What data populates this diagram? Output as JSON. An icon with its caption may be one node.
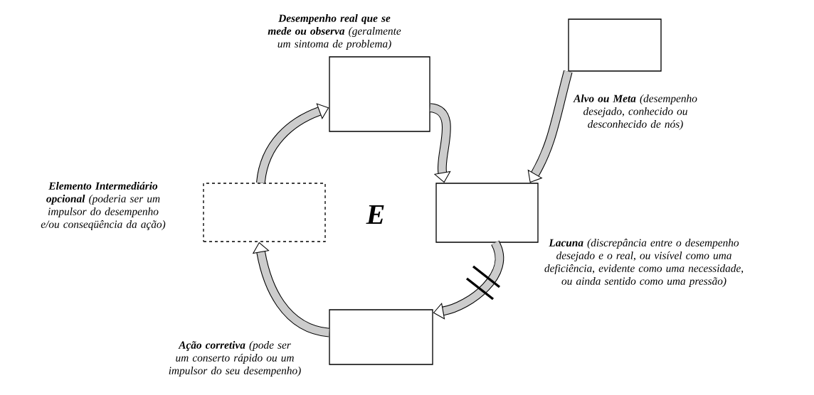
{
  "diagram": {
    "nodes": [
      {
        "text": [],
        "shape": "box",
        "beside": [
          "**Desempenho real que se mede ou observa** (geralmente um sintoma de problema)"
        ]
      },
      {
        "text": [],
        "shape": "box",
        "beside": [
          "**Alvo ou Meta** (desempenho desejado, conhecido ou desconhecido de nós)"
        ]
      },
      {
        "text": [],
        "shape": "box",
        "beside": [
          "**Lacuna** (discrepância entre o desempenho desejado e o real, ou visível como uma deficiência, evidente como uma necessidade, ou ainda sentido como uma pressão)"
        ]
      },
      {
        "text": [],
        "shape": "box",
        "beside": [
          "**Ação corretiva** (pode ser um conserto rápido ou um impulsor do seu desempenho)"
        ]
      },
      {
        "text": [],
        "shape": "box",
        "beside": [
          "**Elemento Intermediário opcional** (poderia ser um impulsor do desempenho e/ou conseqüência da ação)"
        ]
      }
    ],
    "edges": [
      {
        "from": 0,
        "to": 2,
        "arrow": "to"
      },
      {
        "from": 1,
        "to": 2,
        "arrow": "to"
      },
      {
        "from": 2,
        "to": 3,
        "arrow": "to"
      },
      {
        "from": 3,
        "to": 4,
        "arrow": "to"
      },
      {
        "from": 4,
        "to": 0,
        "arrow": "to"
      }
    ],
    "labels": [
      "E"
    ]
  }
}
